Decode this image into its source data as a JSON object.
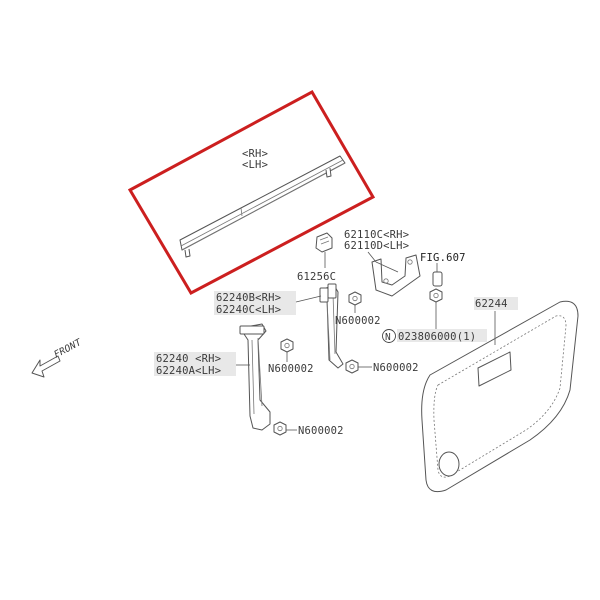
{
  "highlight_color": "#cc1f1f",
  "weatherstrip": {
    "label_rh": "<RH>",
    "label_lh": "<LH>"
  },
  "front_indicator": {
    "label": "FRONT",
    "icon": "arrow-left-outline-icon"
  },
  "parts": {
    "bracket_61256": "61256C",
    "bracket_62110_rh": "62110C<RH>",
    "bracket_62110_lh": "62110D<LH>",
    "fig_ref": "FIG.607",
    "sash_62240b_rh": "62240B<RH>",
    "sash_62240c_lh": "62240C<LH>",
    "nut_a": "N600002",
    "bolt": "023806000(1)",
    "bolt_prefix": "N",
    "trim_62244": "62244",
    "sash_62240_rh": "62240 <RH>",
    "sash_62240a_lh": "62240A<LH>",
    "nut_b": "N600002",
    "nut_c": "N600002",
    "nut_d": "N600002"
  }
}
